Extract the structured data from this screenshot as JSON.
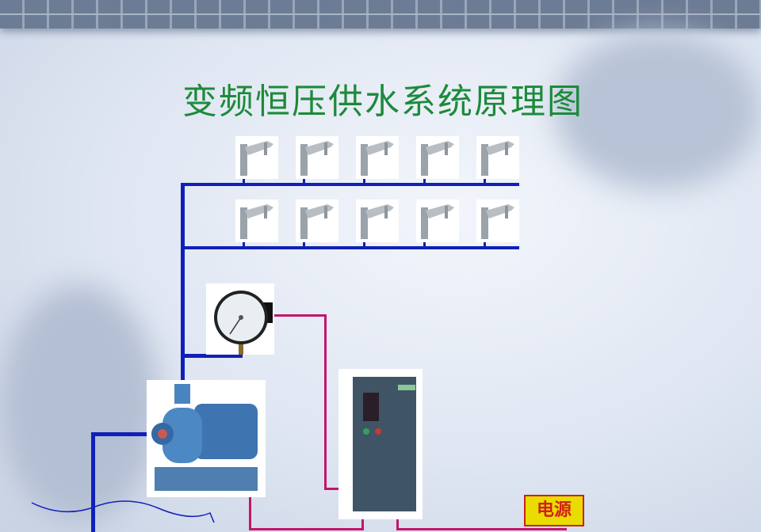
{
  "title": "变频恒压供水系统原理图",
  "power_label": "电源",
  "components": {
    "faucets_per_row": 5,
    "faucet_rows": 2,
    "pressure_gauge": "pressure-gauge",
    "pump": "water-pump",
    "inverter": "frequency-inverter"
  },
  "colors": {
    "title": "#1d8a3b",
    "water_pipe": "#1020b8",
    "signal_wire": "#c4156c",
    "power_box": "#e9dc00"
  }
}
